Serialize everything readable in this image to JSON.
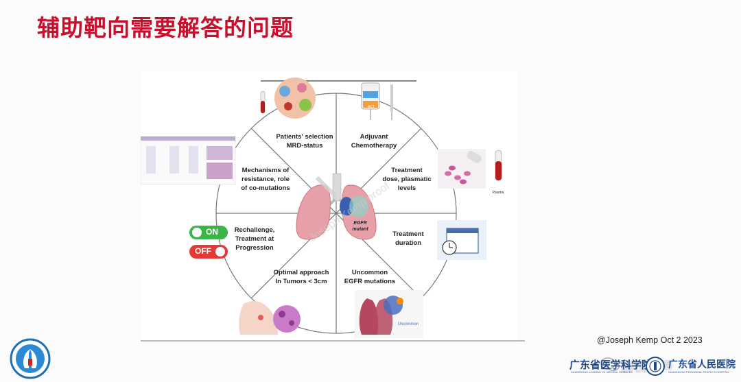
{
  "slide": {
    "title": "辅助靶向需要解答的问题"
  },
  "figure": {
    "segments": [
      {
        "label": "Patients' selection\nMRD-status"
      },
      {
        "label": "Adjuvant\nChemotherapy"
      },
      {
        "label": "Treatment\ndose, plasmatic\nlevels"
      },
      {
        "label": "Treatment\nduration"
      },
      {
        "label": "Uncommon\nEGFR mutations"
      },
      {
        "label": "Optimal approach\nIn Tumors < 3cm"
      },
      {
        "label": "Rechallenge,\nTreatment at\nProgression"
      },
      {
        "label": "Mechanisms of\nresistance, role\nof co-mutations"
      }
    ],
    "center_label": "EGFR\nmutant",
    "watermark": "Joseph Kemp proof",
    "toggle_on": "ON",
    "toggle_off": "OFF",
    "act_label": "ACT",
    "plasma_label": "Plasma",
    "uncommon_label": "Uncommon"
  },
  "credit": "@Joseph Kemp Oct 2 2023",
  "channel_watermark": "肺悦心声",
  "institutions": {
    "left_cn": "广东省医学科学院",
    "left_en": "GUANGDONG ACADEMY OF MEDICAL SCIENCES",
    "right_cn": "广东省人民医院",
    "right_en": "GUANGDONG PROVINCIAL PEOPLE'S HOSPITAL"
  },
  "colors": {
    "title": "#c8102e",
    "institution": "#1d4a8c",
    "toggle_on": "#3bb54a",
    "toggle_off": "#e53935",
    "lung": "#e8a0a8"
  }
}
